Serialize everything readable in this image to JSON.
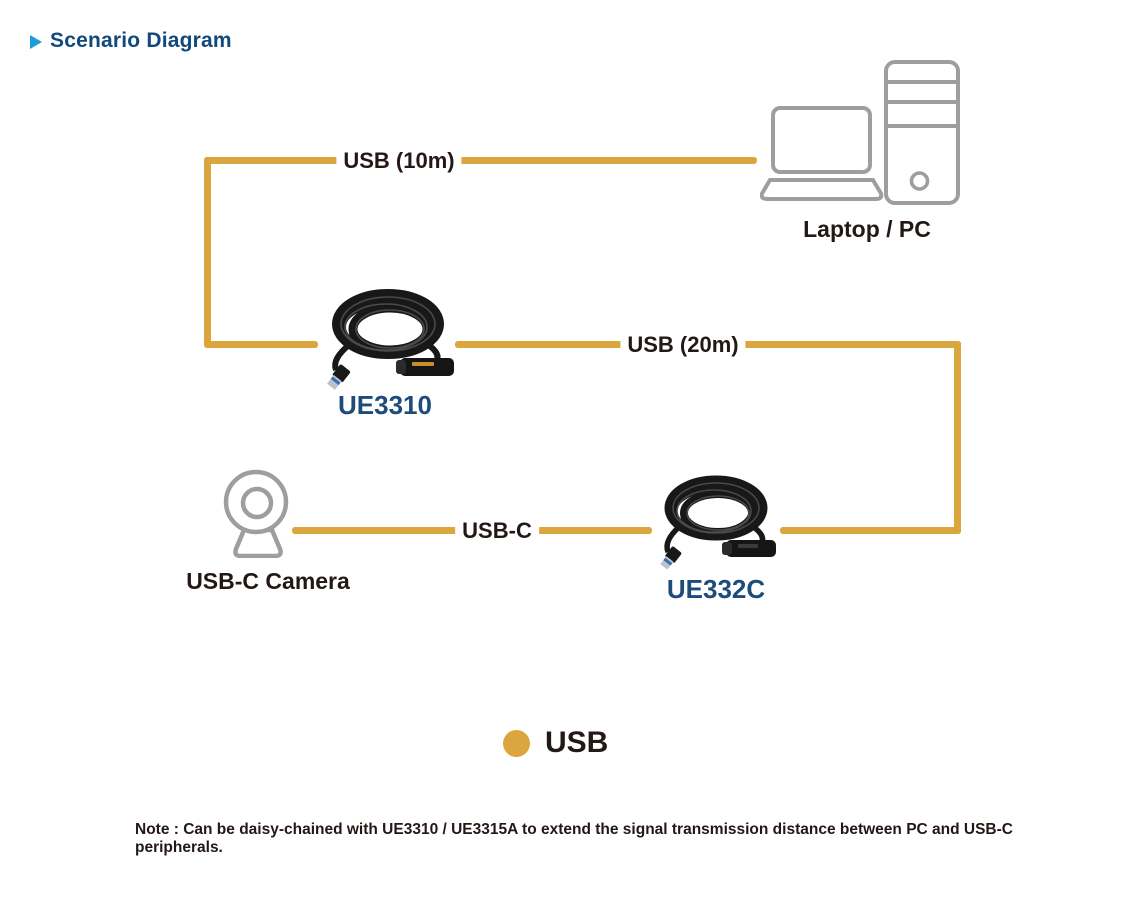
{
  "header": {
    "title": "Scenario Diagram"
  },
  "diagram": {
    "connections": [
      {
        "id": "pc-to-ue3310",
        "label": "USB (10m)"
      },
      {
        "id": "ue3310-to-ue332c",
        "label": "USB (20m)"
      },
      {
        "id": "camera-to-ue332c",
        "label": "USB-C"
      }
    ],
    "devices": [
      {
        "id": "laptop-pc",
        "label": "Laptop / PC"
      },
      {
        "id": "ue3310",
        "label": "UE3310"
      },
      {
        "id": "usbc-camera",
        "label": "USB-C Camera"
      },
      {
        "id": "ue332c",
        "label": "UE332C"
      }
    ],
    "legend": {
      "label": "USB",
      "color": "#DCA63E"
    }
  },
  "note": {
    "text": "Note : Can be daisy-chained with UE3310 / UE3315A to extend the signal transmission distance between PC and USB-C peripherals."
  },
  "colors": {
    "cable": "#DCA63E",
    "title": "#11497B",
    "bullet": "#1E9CD7",
    "device_label": "#1C4B7C",
    "text": "#231815",
    "outline": "#9E9E9E"
  }
}
